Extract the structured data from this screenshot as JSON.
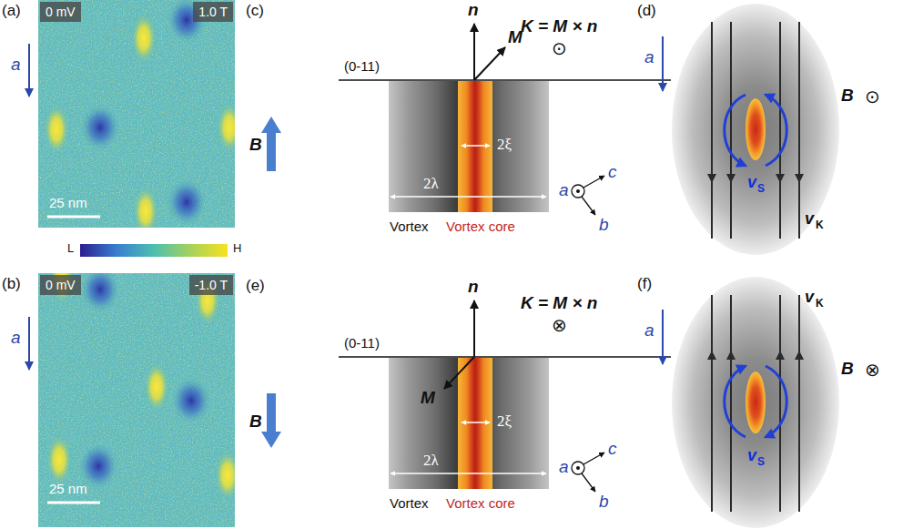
{
  "diagram": {
    "nodes": [
      {
        "text": [
          "0 mV"
        ]
      },
      {
        "text": [
          "1.0 T"
        ]
      },
      {
        "text": [
          "0 mV"
        ]
      },
      {
        "text": [
          "-1.0 T"
        ]
      }
    ],
    "labels": [
      "(a)",
      "a",
      "25 nm",
      "L",
      "H",
      "(b)",
      "a",
      "25 nm",
      "(c)",
      "n",
      "M",
      "K = M × n",
      "⊙",
      "(0-11)",
      "B",
      "2ξ",
      "2λ",
      "Vortex",
      "Vortex core",
      "a",
      "c",
      "b",
      "(d)",
      "a",
      "v",
      "S",
      "v",
      "K",
      "B",
      "⊙",
      "(e)",
      "n",
      "M",
      "K = M × n",
      "⊗",
      "(0-11)",
      "B",
      "2ξ",
      "2λ",
      "Vortex",
      "Vortex core",
      "a",
      "c",
      "b",
      "(f)",
      "a",
      "v",
      "K",
      "v",
      "S",
      "B",
      "⊗"
    ]
  }
}
